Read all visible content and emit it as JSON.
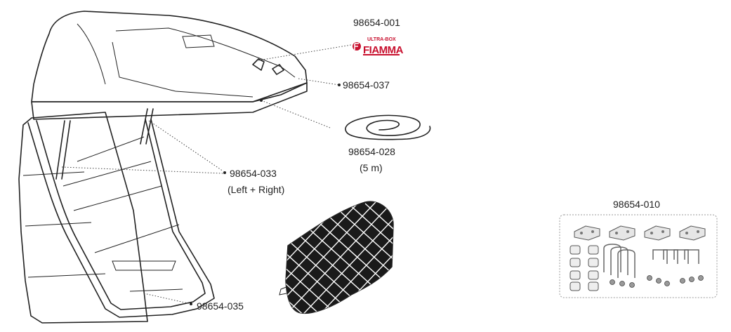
{
  "parts": {
    "p001": {
      "code": "98654-001"
    },
    "p037": {
      "code": "98654-037"
    },
    "p028": {
      "code": "98654-028",
      "note": "(5 m)"
    },
    "p033": {
      "code": "98654-033",
      "note": "(Left + Right)"
    },
    "p035": {
      "code": "98654-035"
    },
    "p010": {
      "code": "98654-010"
    }
  },
  "logo": {
    "top_text": "ULTRA-BOX",
    "brand": "FIAMMA",
    "brand_color": "#c8102e"
  },
  "colors": {
    "stroke": "#222222",
    "mat": "#1a1a1a",
    "mat_grid": "#ffffff",
    "kit_border": "#9a9a9a"
  }
}
